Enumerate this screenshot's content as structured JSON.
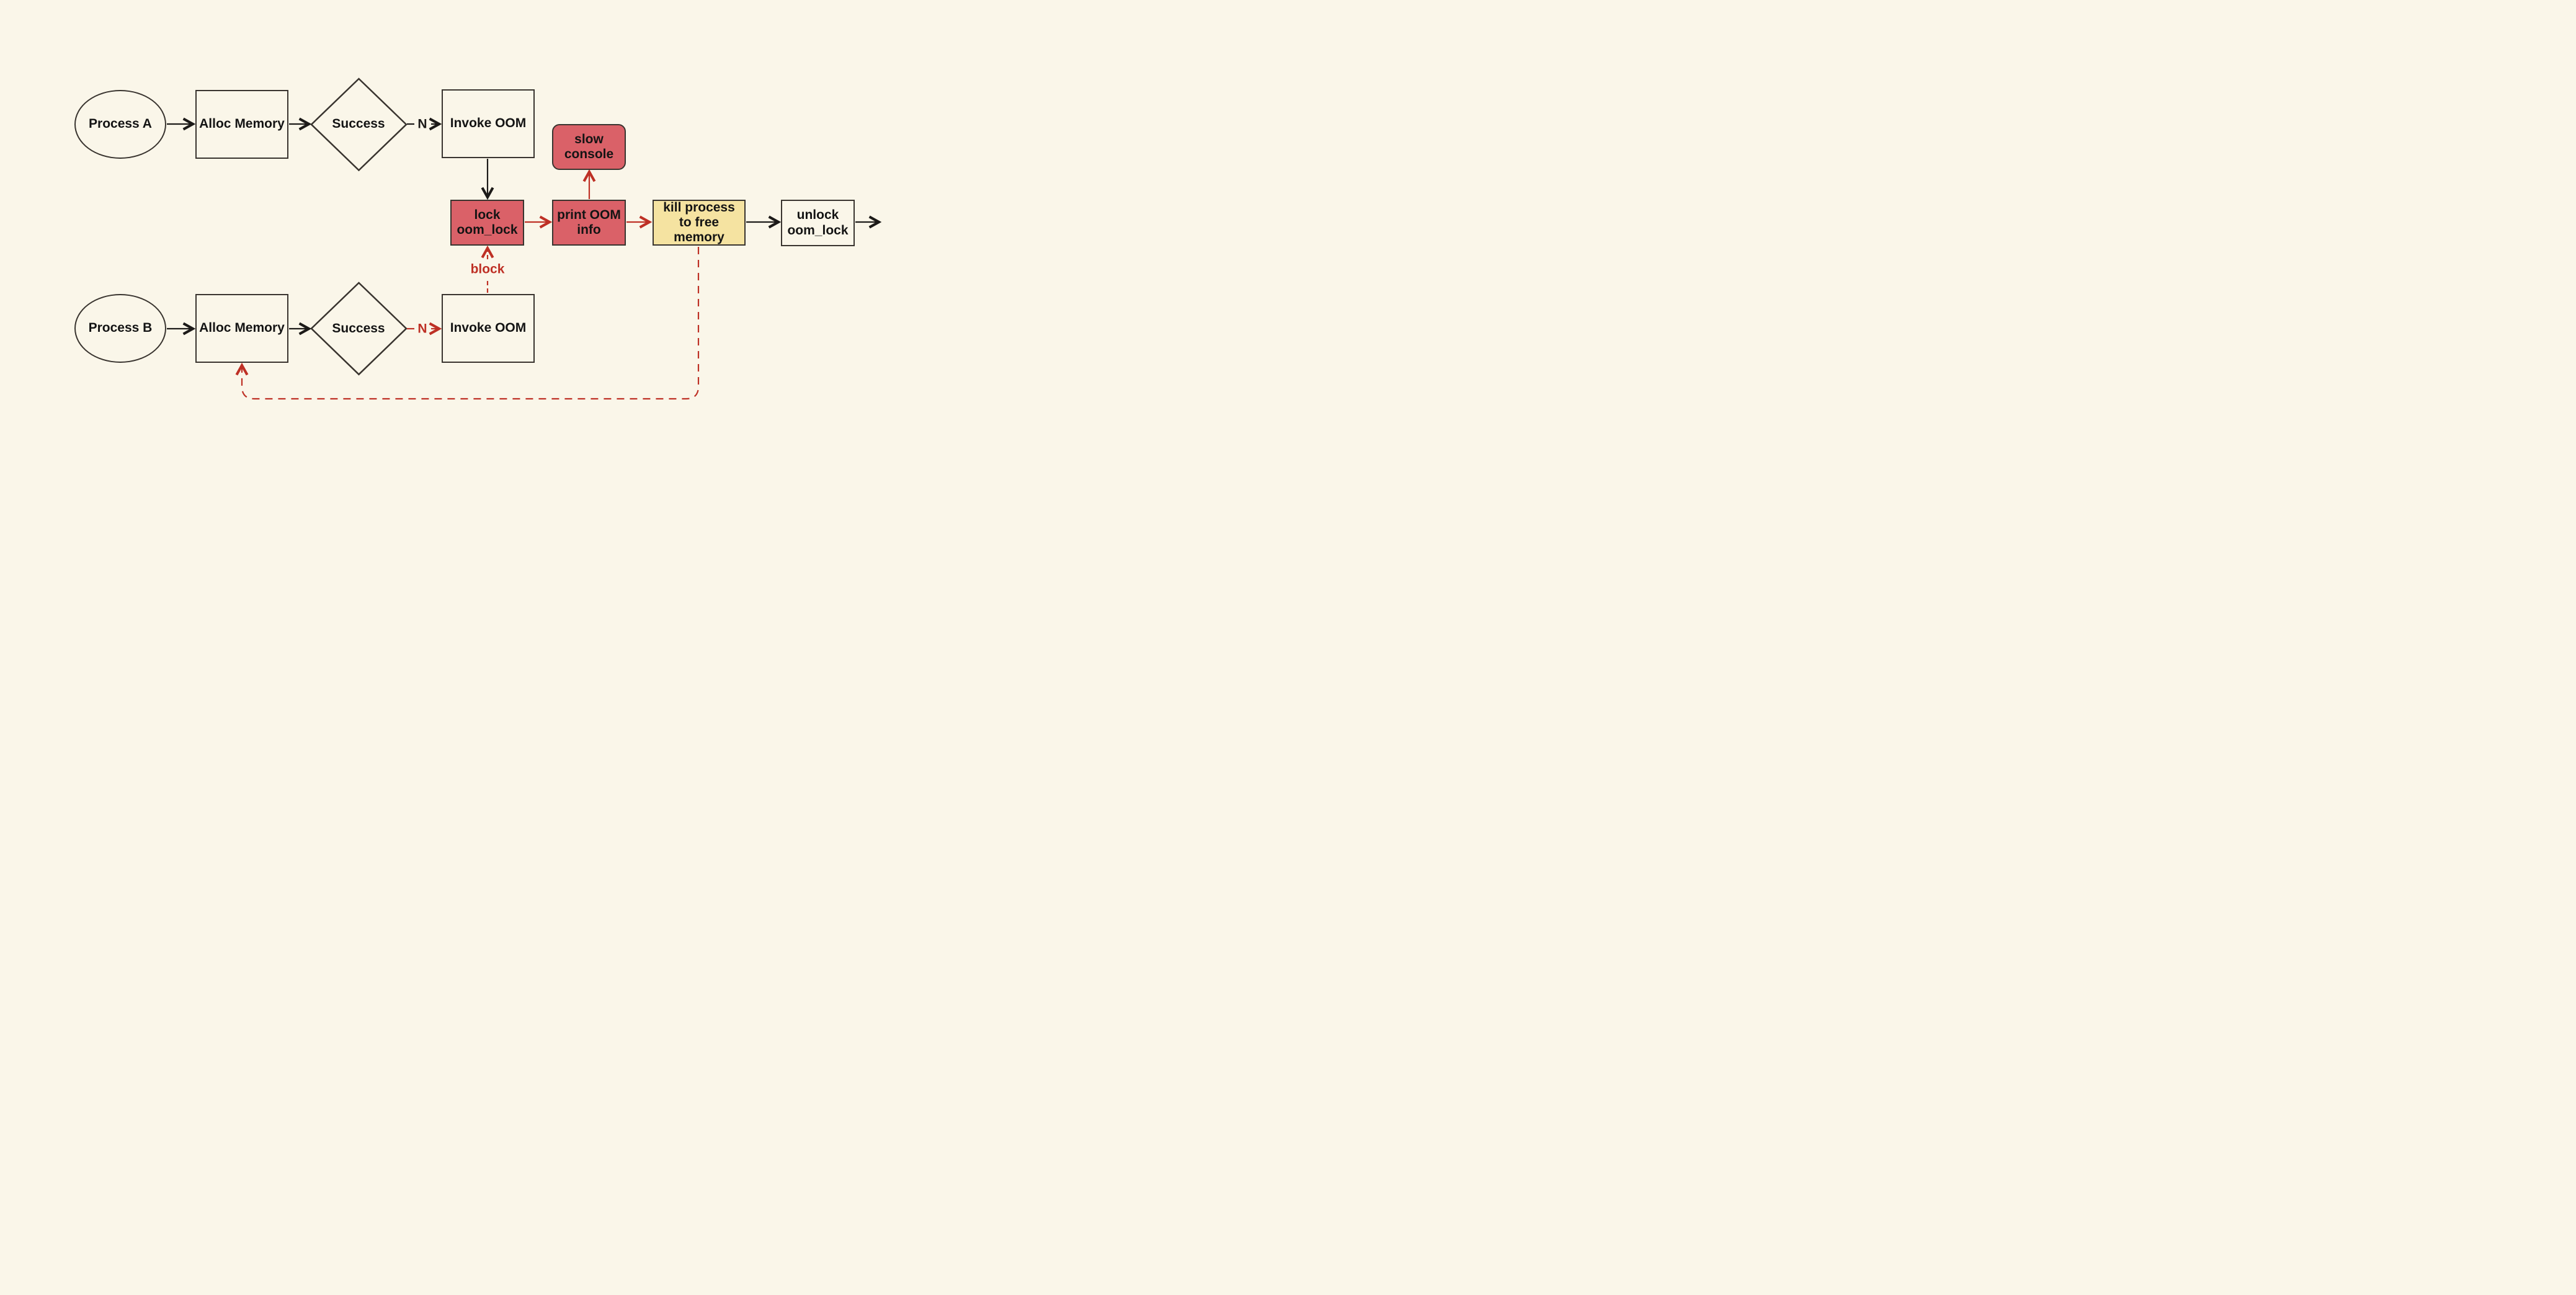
{
  "nodes": {
    "process_a": "Process A",
    "alloc_memory_a": "Alloc Memory",
    "success_a": "Success",
    "invoke_oom_a": "Invoke OOM",
    "slow_console": "slow\nconsole",
    "lock_oom_lock": "lock\noom_lock",
    "print_oom_info": "print OOM\ninfo",
    "kill_process": "kill process\nto free\nmemory",
    "unlock_oom_lock": "unlock\noom_lock",
    "process_b": "Process B",
    "alloc_memory_b": "Alloc Memory",
    "success_b": "Success",
    "invoke_oom_b": "Invoke OOM"
  },
  "edge_labels": {
    "success_a_no": "N",
    "success_b_no": "N",
    "block": "block"
  },
  "colors": {
    "background": "#FAF6E9",
    "node_border": "#39342F",
    "red_fill": "#DA6168",
    "yellow_fill": "#F5E3A1",
    "red_accent": "#BE3025",
    "edge_black": "#1C1A18",
    "text": "#141414"
  }
}
